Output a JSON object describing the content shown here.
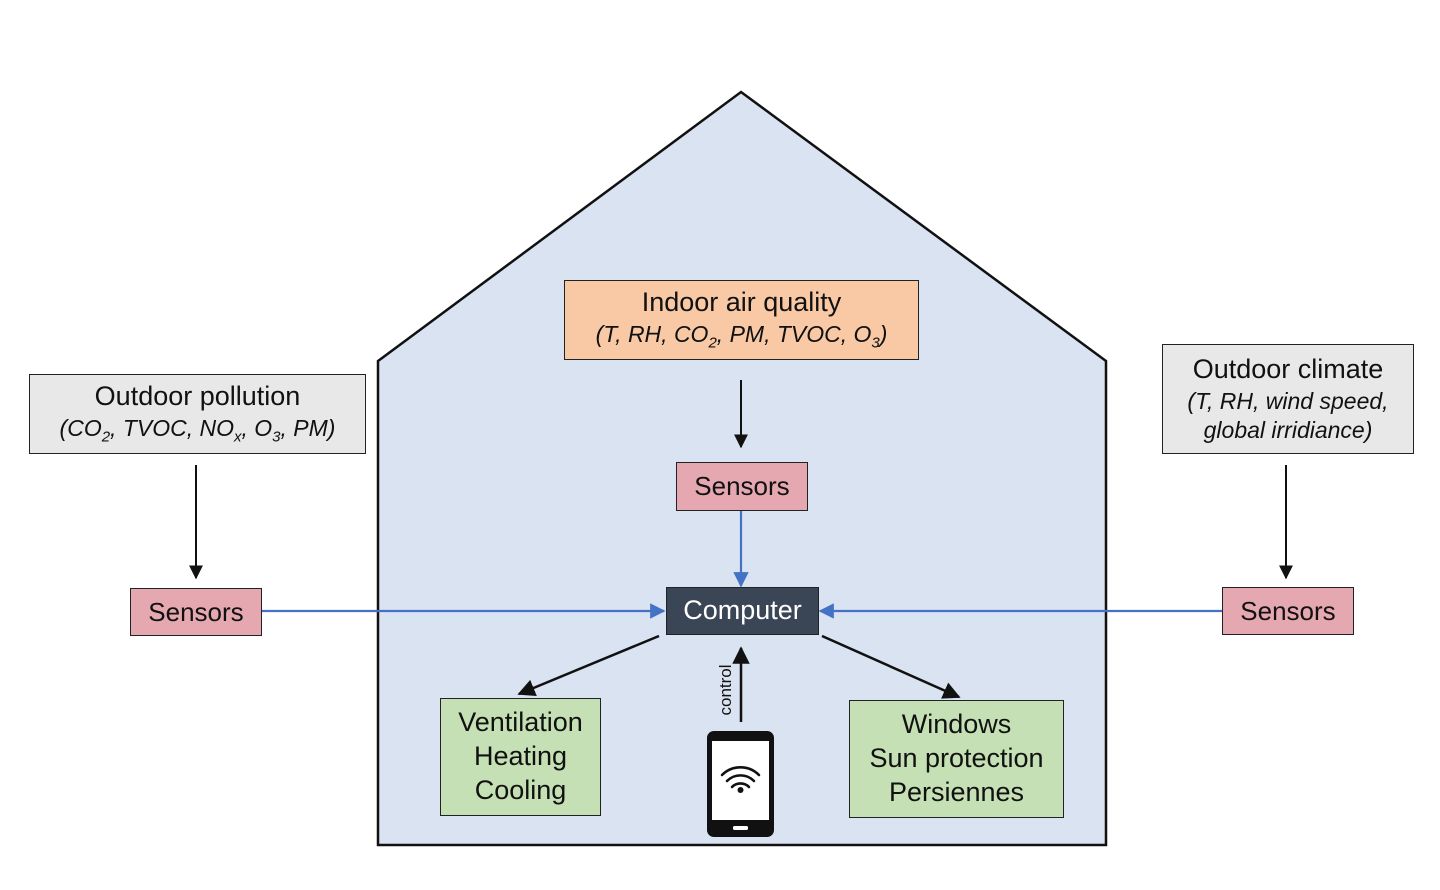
{
  "outdoor_pollution": {
    "title": "Outdoor pollution",
    "open_paren": "(",
    "co2": "CO",
    "co2_sub": "2",
    "tvoc_nox": ", TVOC, NO",
    "nox_sub": "x",
    "o3": ", O",
    "o3_sub": "3",
    "pm_close": ", PM)"
  },
  "indoor_air_quality": {
    "title": "Indoor air quality",
    "prefix": "(T, RH, CO",
    "co2_sub": "2",
    "mid": ", PM, TVOC, O",
    "o3_sub": "3",
    "close": ")"
  },
  "outdoor_climate": {
    "title": "Outdoor climate",
    "line1": "(T, RH, wind speed,",
    "line2": "global irridiance)"
  },
  "sensors_left": "Sensors",
  "sensors_center": "Sensors",
  "sensors_right": "Sensors",
  "computer": "Computer",
  "control_label": "control",
  "hvac_box": [
    "Ventilation",
    "Heating",
    "Cooling"
  ],
  "windows_box": [
    "Windows",
    "Sun protection",
    "Persiennes"
  ],
  "colors": {
    "house_fill": "#dae3f1",
    "sensor_fill": "#e5a8b1",
    "computer_fill": "#3a4556",
    "actuator_fill": "#c5e0b4",
    "indoor_fill": "#f9c9a5",
    "outdoor_fill": "#e8e8e8",
    "data_link": "#4472c4"
  }
}
